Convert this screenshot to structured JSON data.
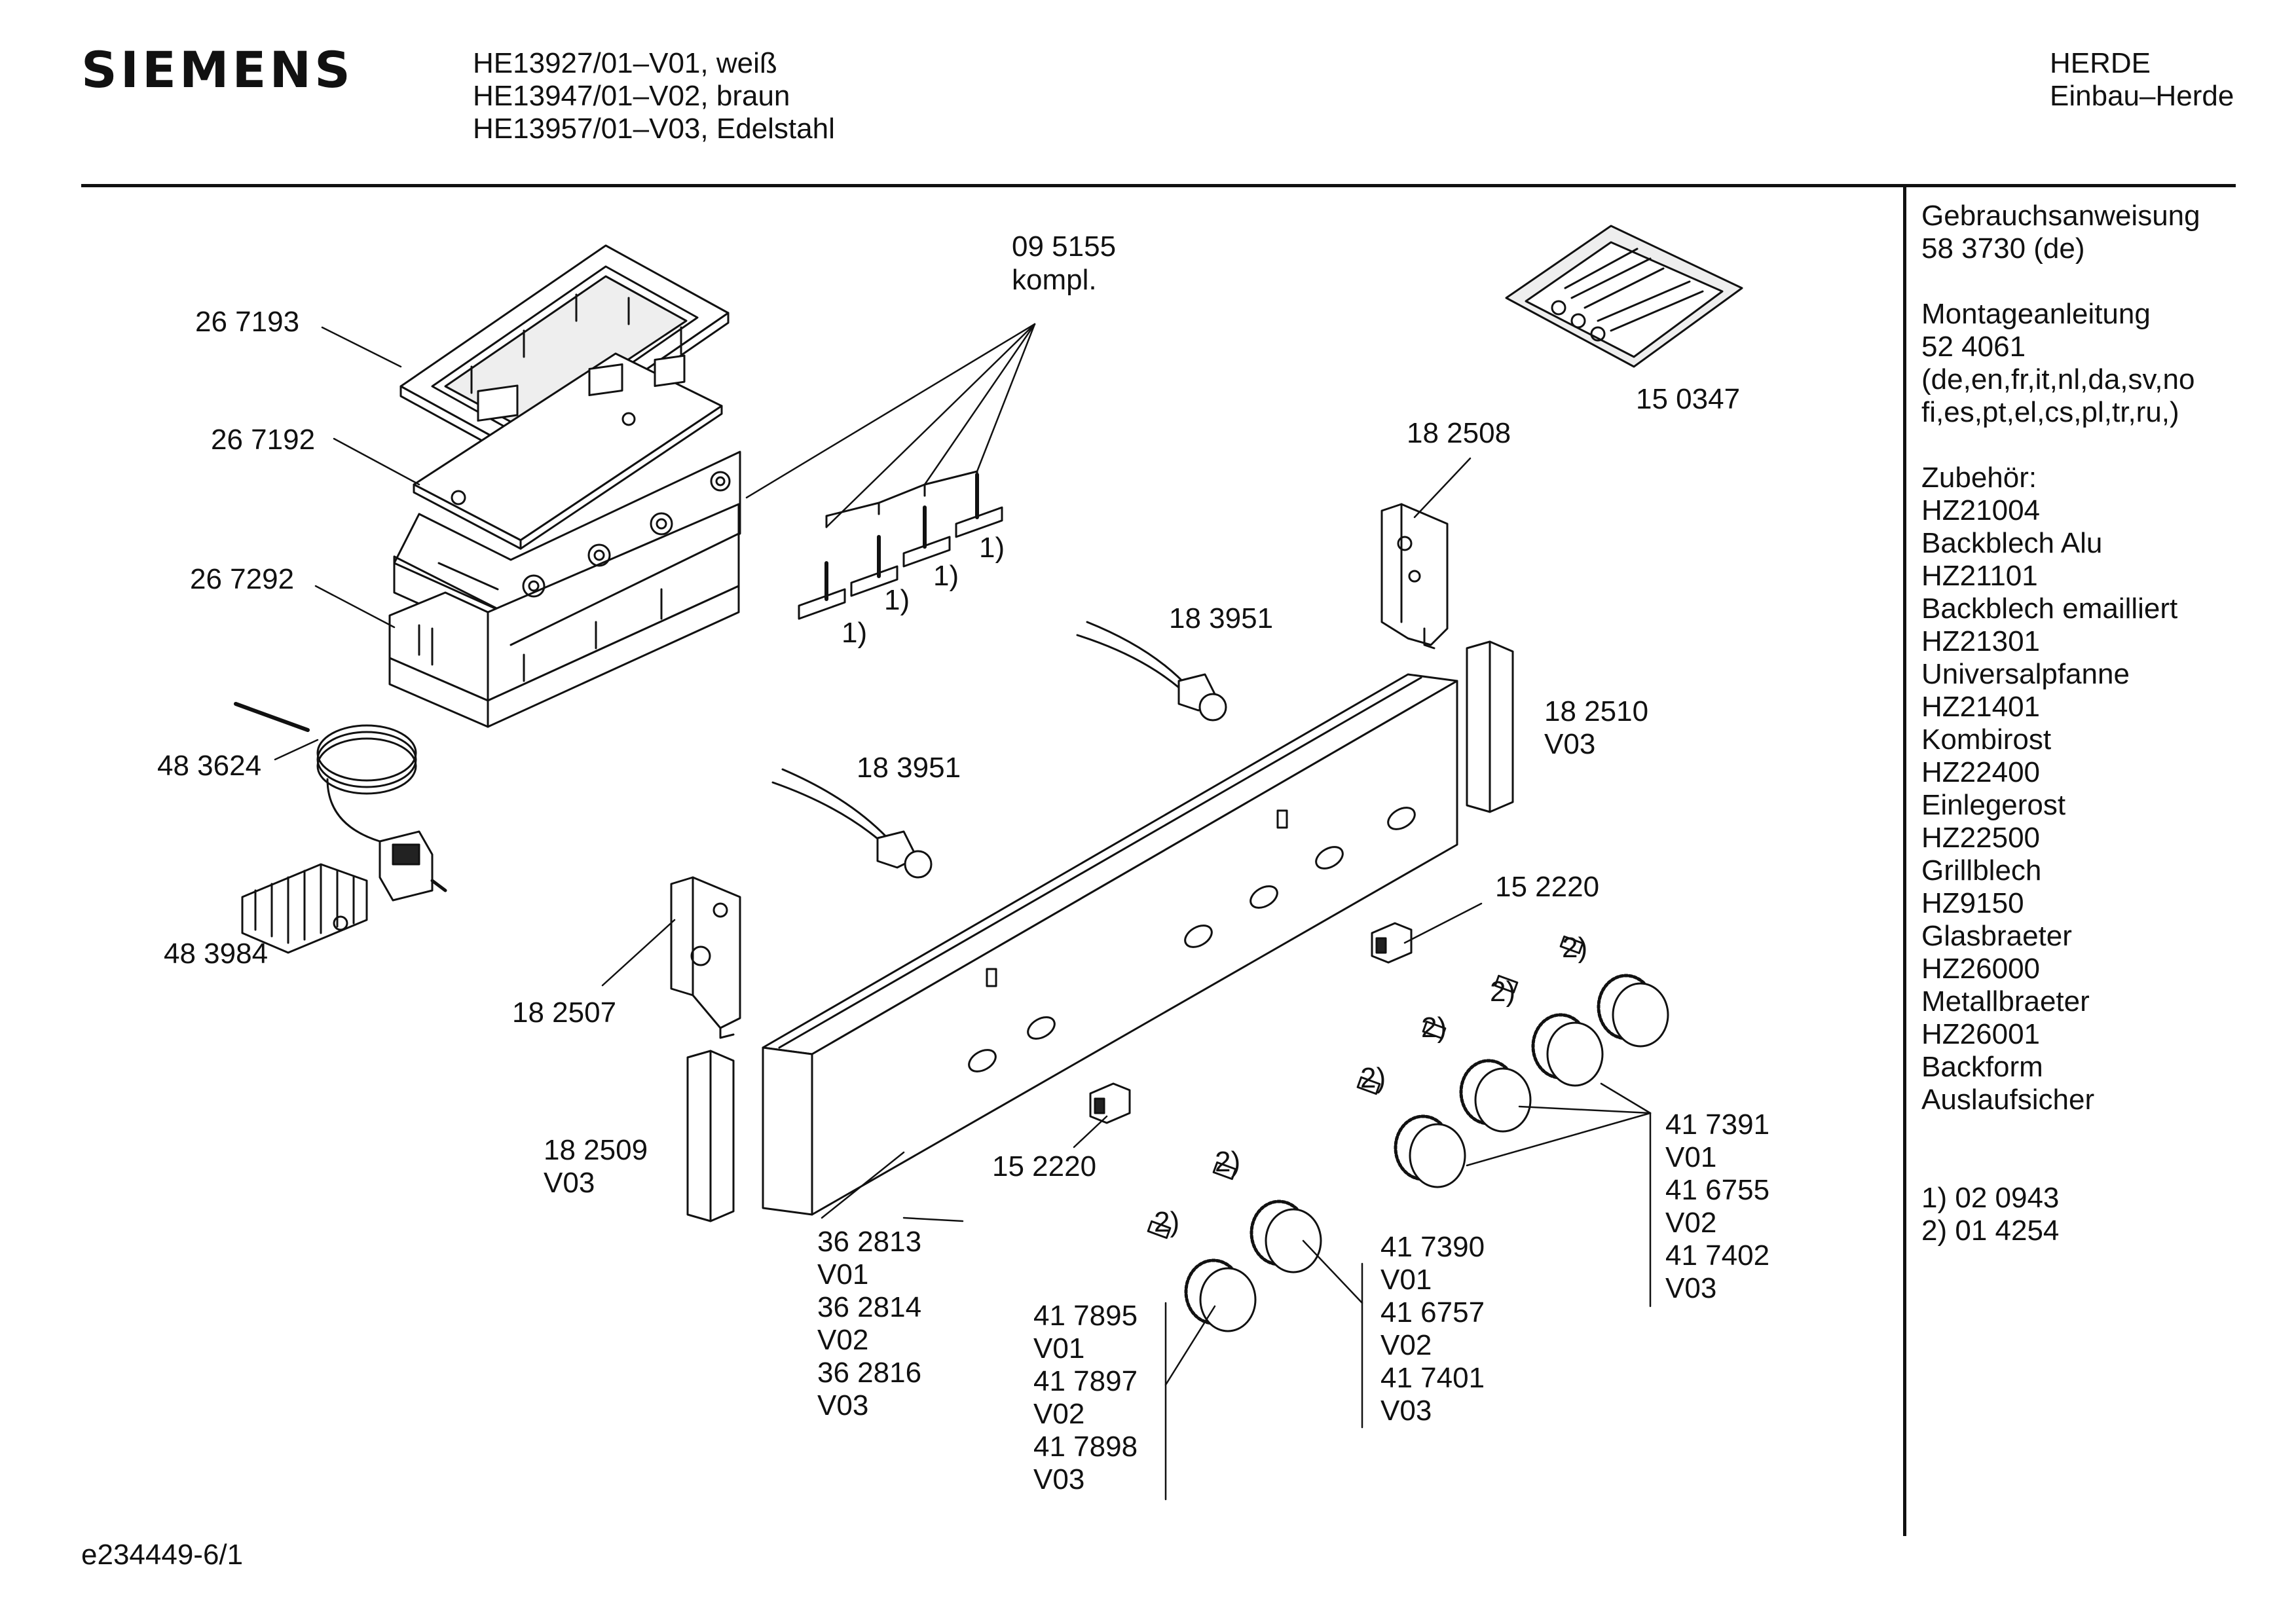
{
  "header": {
    "brand": "SIEMENS",
    "models": [
      "HE13927/01–V01, weiß",
      "HE13947/01–V02, braun",
      "HE13957/01–V03, Edelstahl"
    ],
    "category": [
      "HERDE",
      "Einbau–Herde"
    ]
  },
  "sidebar": {
    "lines": [
      "Gebrauchsanweisung",
      "58 3730 (de)",
      "",
      "Montageanleitung",
      "52 4061",
      "(de,en,fr,it,nl,da,sv,no",
      "fi,es,pt,el,cs,pl,tr,ru,)",
      "",
      "Zubehör:",
      "HZ21004",
      "Backblech Alu",
      "HZ21101",
      "Backblech emailliert",
      "HZ21301",
      "Universalpfanne",
      "HZ21401",
      "Kombirost",
      "HZ22400",
      "Einlegerost",
      "HZ22500",
      "Grillblech",
      "HZ9150",
      "Glasbraeter",
      "HZ26000",
      "Metallbraeter",
      "HZ26001",
      "Backform",
      "Auslaufsicher",
      "",
      "",
      "1) 02 0943",
      "2) 01 4254"
    ]
  },
  "labels": {
    "p095155": "09 5155",
    "kompl": "kompl.",
    "p267193": "26 7193",
    "p267192": "26 7192",
    "p267292": "26 7292",
    "p483624": "48 3624",
    "p483984": "48 3984",
    "p150347": "15 0347",
    "p182508": "18 2508",
    "p183951a": "18 3951",
    "p183951b": "18 3951",
    "p182510": "18 2510",
    "v03_182510": "V03",
    "p152220a": "15 2220",
    "p152220b": "15 2220",
    "p182507": "18 2507",
    "p182509": "18 2509",
    "v03_182509": "V03",
    "fn1": "1)",
    "fn2": "2)",
    "grp362": [
      "36 2813",
      "V01",
      "36 2814",
      "V02",
      "36 2816",
      "V03"
    ],
    "grp4178": [
      "41 7895",
      "V01",
      "41 7897",
      "V02",
      "41 7898",
      "V03"
    ],
    "grp4173": [
      "41 7390",
      "V01",
      "41 6757",
      "V02",
      "41 7401",
      "V03"
    ],
    "grp4173b": [
      "41 7391",
      "V01",
      "41 6755",
      "V02",
      "41 7402",
      "V03"
    ]
  },
  "footer": {
    "doc_id": "e234449-6/1"
  }
}
